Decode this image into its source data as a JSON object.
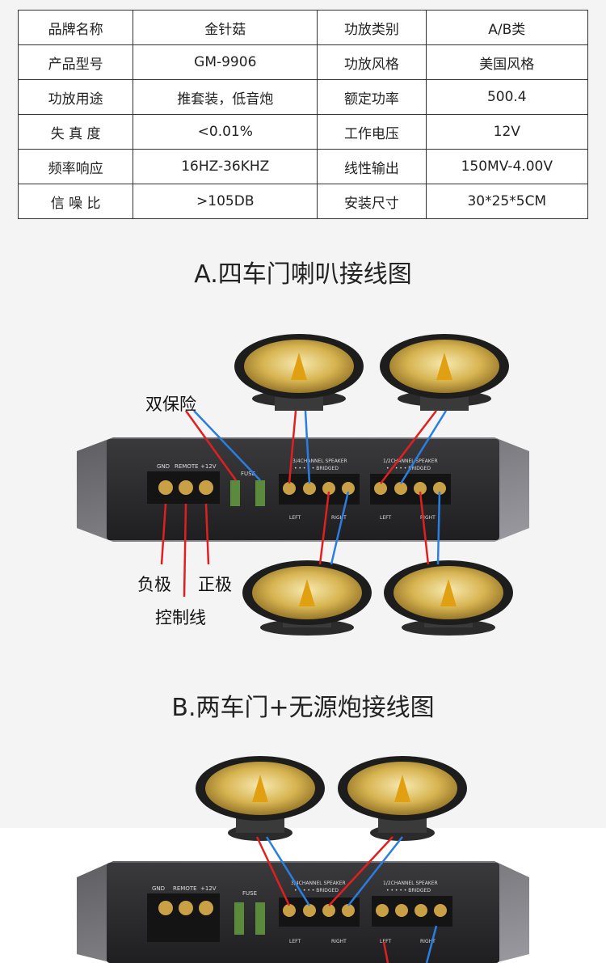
{
  "specs": {
    "rows": [
      [
        "品牌名称",
        "金针菇",
        "功放类别",
        "A/B类"
      ],
      [
        "产品型号",
        "GM-9906",
        "功放风格",
        "美国风格"
      ],
      [
        "功放用途",
        "推套装，低音炮",
        "额定功率",
        "500.4"
      ],
      [
        "失 真 度",
        "<0.01%",
        "工作电压",
        "12V"
      ],
      [
        "频率响应",
        "16HZ-36KHZ",
        "线性输出",
        "150MV-4.00V"
      ],
      [
        "信 噪 比",
        ">105DB",
        "安装尺寸",
        "30*25*5CM"
      ]
    ]
  },
  "section_a": {
    "title": "A.四车门喇叭接线图",
    "callouts": {
      "fuse": "双保险",
      "negative": "负极",
      "positive": "正极",
      "control": "控制线"
    }
  },
  "section_b": {
    "title": "B.两车门+无源炮接线图"
  },
  "amp": {
    "power_labels": [
      "GND",
      "REMOTE",
      "+12V"
    ],
    "fuse_label": "FUSE",
    "ch34": "3/4CHANNEL SPEAKER",
    "ch12": "1/2CHANNEL SPEAKER",
    "bridged": "• • • • • BRIDGED",
    "left": "LEFT",
    "right": "RIGHT"
  },
  "colors": {
    "wire_red": "#e02020",
    "wire_blue": "#2a7de1",
    "amp_body": "#2d2d2f",
    "cone_gold": "#d7b451"
  }
}
